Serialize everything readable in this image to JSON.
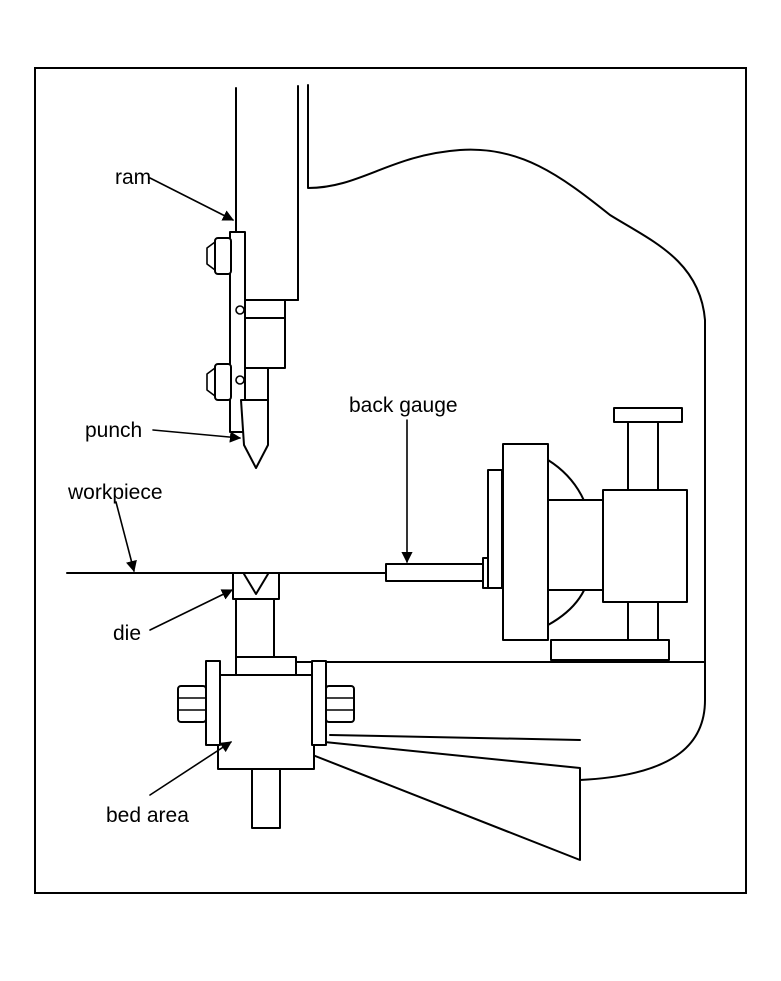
{
  "diagram": {
    "labels": {
      "ram": "ram",
      "punch": "punch",
      "back_gauge": "back gauge",
      "workpiece": "workpiece",
      "die": "die",
      "bed_area": "bed area"
    },
    "line_color": "#000000",
    "background": "#ffffff"
  }
}
